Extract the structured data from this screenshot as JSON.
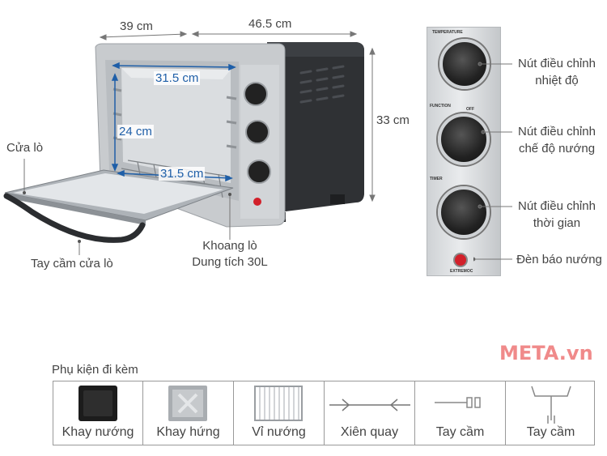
{
  "dimensions": {
    "depth": "39 cm",
    "width": "46.5 cm",
    "height": "33 cm",
    "inner_width_top": "31.5 cm",
    "inner_height": "24 cm",
    "inner_width_bottom": "31.5 cm"
  },
  "callouts": {
    "door": "Cửa lò",
    "door_handle": "Tay cầm cửa lò",
    "cavity_line1": "Khoang lò",
    "cavity_line2": "Dung tích 30L",
    "temp_knob_line1": "Nút điều chỉnh",
    "temp_knob_line2": "nhiệt độ",
    "func_knob_line1": "Nút điều chỉnh",
    "func_knob_line2": "chế độ nướng",
    "timer_knob_line1": "Nút điều chỉnh",
    "timer_knob_line2": "thời gian",
    "indicator": "Đèn báo nướng"
  },
  "panel": {
    "temperature": "TEMPERATURE",
    "function": "FUNCTION",
    "timer": "TIMER",
    "off": "OFF",
    "indicator_text": "EXTREMOC"
  },
  "brand": "META.vn",
  "accessories": {
    "title": "Phụ kiện đi kèm",
    "items": [
      {
        "label": "Khay nướng",
        "icon": "baking-tray-icon"
      },
      {
        "label": "Khay hứng",
        "icon": "drip-tray-icon"
      },
      {
        "label": "Vỉ nướng",
        "icon": "wire-rack-icon"
      },
      {
        "label": "Xiên quay",
        "icon": "rotisserie-spit-icon"
      },
      {
        "label": "Tay cầm",
        "icon": "spit-handle-icon"
      },
      {
        "label": "Tay cầm",
        "icon": "tray-handle-icon"
      }
    ]
  },
  "colors": {
    "dimension_blue": "#1f5fa8",
    "indicator_red": "#d2202a",
    "brand_pink": "#f08a8a"
  }
}
